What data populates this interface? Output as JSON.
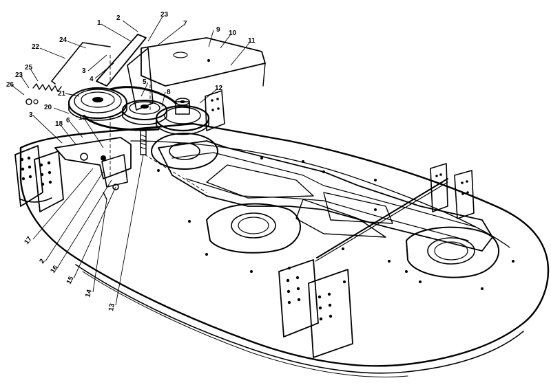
{
  "diagram": {
    "callouts": [
      "1",
      "2",
      "23",
      "7",
      "9",
      "10",
      "11",
      "24",
      "22",
      "25",
      "3",
      "4",
      "23",
      "26",
      "21",
      "5",
      "8",
      "12",
      "20",
      "6",
      "18",
      "19",
      "3",
      "17",
      "2",
      "16",
      "15",
      "14",
      "13"
    ]
  }
}
